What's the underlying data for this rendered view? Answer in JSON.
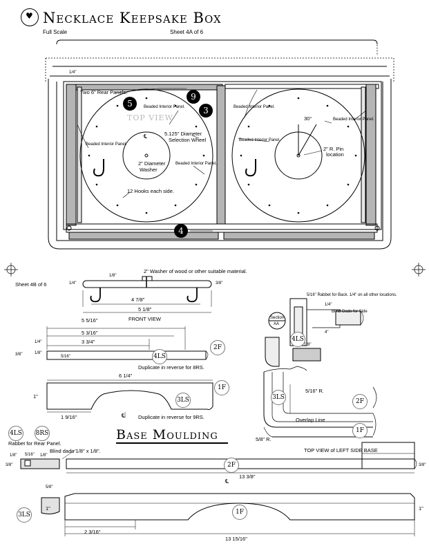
{
  "header": {
    "title": "Necklace Keepsake Box",
    "scale": "Full Scale",
    "sheet": "Sheet 4A of 6"
  },
  "top_view": {
    "title": "TOP VIEW",
    "callouts": {
      "c5": "5",
      "c9": "9",
      "c3": "3",
      "c4": "4"
    },
    "labels": {
      "rear_panels": "Two 6\" Rear Panels.",
      "beaded_1": "Beaded Interior Panel.",
      "beaded_2": "Beaded Interior Panel.",
      "beaded_3": "Beaded Interior Panel.",
      "beaded_4": "Beaded Interior Panel.",
      "beaded_5": "Beaded Interior Panel.",
      "beaded_6": "Beaded Interior Panel.",
      "selection_wheel_1": "5.125\" Diameter",
      "selection_wheel_2": "Selection Wheel",
      "washer_1": "2\" Diameter",
      "washer_2": "Washer",
      "hooks": "12 Hooks each side.",
      "angle": "30°",
      "pin_1": "2\" R. Pin",
      "pin_2": "location",
      "quarter": "1/4\"",
      "centerline": "℄"
    }
  },
  "sheet_4b": {
    "label": "Sheet 4B of 6",
    "washer_note": "2\" Washer of wood or other suitable material.",
    "dims": {
      "quarter_left": "1/4\"",
      "eighth_top": "1/8\"",
      "three_eighth_right": "3/8\"",
      "four_half": "4 7/8\"",
      "five_eighth": "5 1/8\""
    },
    "front_view": "FRONT VIEW"
  },
  "front_4ls": {
    "dims": [
      "5 5/16\"",
      "5 3/16\"",
      "3 3/4\""
    ],
    "d_quarter": "1/4\"",
    "d_three_eighth": "3/8\"",
    "d_eighth": "1/8\"",
    "d_inner": "5/16\"",
    "callout_4ls": "4LS",
    "callout_2f": "2F",
    "note": "Duplicate in reverse for 8RS."
  },
  "front_3ls": {
    "width": "6 1/4\"",
    "height": "1\"",
    "offset": "1 9/16\"",
    "callout_3ls": "3LS",
    "callout_1f": "1F",
    "note": "Duplicate in reverse for 9RS.",
    "centerline": "℄"
  },
  "section": {
    "label_1": "Section",
    "label_2": "AA",
    "rabbet_note": "5/16\" Rabbet for Back. 1/4\" on all other locations.",
    "blind_dado_side": "Blind Dado for Side",
    "d_quarter": "1/4\"",
    "d_four": "4\"",
    "d_eighth": "1/8\"",
    "radius_inner": "5/16\" R.",
    "overlap": "Overlap Line",
    "radius_outer": "5/8\" R.",
    "callouts": {
      "c4ls": "4LS",
      "c3ls": "3LS",
      "c2f": "2F",
      "c1f": "1F"
    }
  },
  "base_moulding": {
    "title": "Base Moulding",
    "callouts": {
      "c4ls": "4LS",
      "c8rs": "8RS",
      "c2f": "2F",
      "c3ls": "3LS",
      "c1f": "1F"
    },
    "rabbet_rear": "Rabbet for Rear Panel.",
    "blind_dado": "Blind dado 1/8\" x 1/8\".",
    "top_view_left": "TOP VIEW of LEFT SIDE BASE",
    "d_five_sixteenth": "5/16\"",
    "d_eighth_a": "1/8\"",
    "d_eighth_b": "1/8\"",
    "d_three_eighth_left": "3/8\"",
    "d_three_eighth_right": "3/8\"",
    "d_thirteen_three_eighth": "13 3/8\"",
    "d_five_eighth": "5/8\"",
    "d_one_left": "1\"",
    "d_one_right": "1\"",
    "d_two_three_sixteenth": "2 3/16\"",
    "d_thirteen_fifteen": "13 15/16\"",
    "centerline": "℄"
  }
}
